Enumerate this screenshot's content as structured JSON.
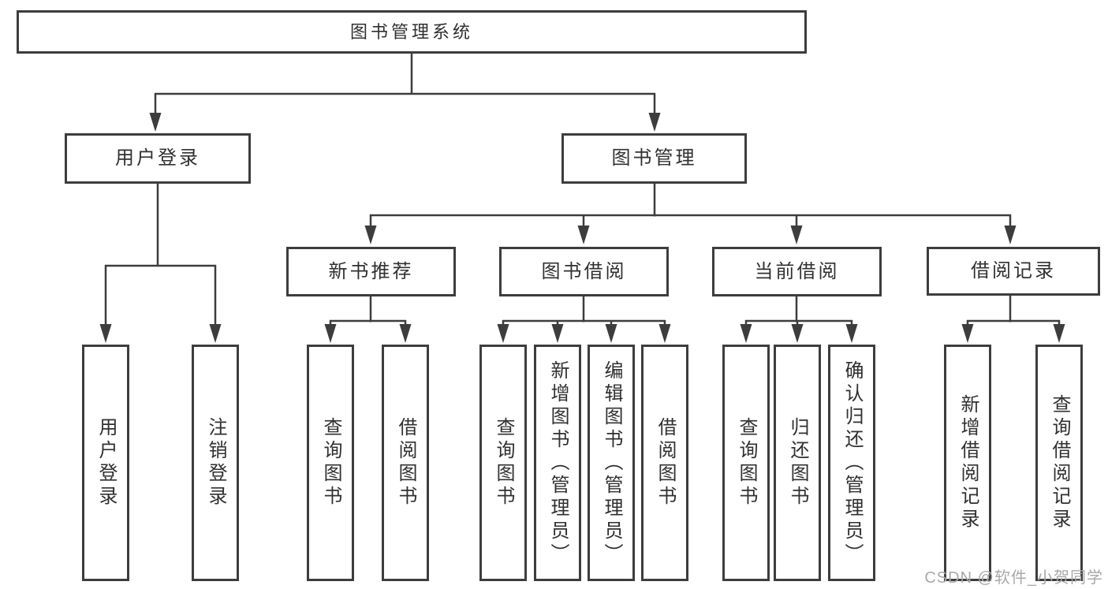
{
  "diagram": {
    "root": {
      "label": "图书管理系统"
    },
    "branches": [
      {
        "label": "用户登录",
        "children": [
          {
            "label": "用户登录"
          },
          {
            "label": "注销登录"
          }
        ]
      },
      {
        "label": "图书管理",
        "children": [
          {
            "label": "新书推荐",
            "children": [
              {
                "label": "查询图书"
              },
              {
                "label": "借阅图书"
              }
            ]
          },
          {
            "label": "图书借阅",
            "children": [
              {
                "label": "查询图书"
              },
              {
                "label": "新增图书（管理员）"
              },
              {
                "label": "编辑图书（管理员）"
              },
              {
                "label": "借阅图书"
              }
            ]
          },
          {
            "label": "当前借阅",
            "children": [
              {
                "label": "查询图书"
              },
              {
                "label": "归还图书"
              },
              {
                "label": "确认归还（管理员）"
              }
            ]
          },
          {
            "label": "借阅记录",
            "children": [
              {
                "label": "新增借阅记录"
              },
              {
                "label": "查询借阅记录"
              }
            ]
          }
        ]
      }
    ]
  },
  "watermark": {
    "text": "CSDN @软件_小贺同学"
  },
  "style": {
    "line_color": "#3d3d3d",
    "text_color": "#303030",
    "watermark_color": "#a8a8a8",
    "background": "#ffffff"
  }
}
